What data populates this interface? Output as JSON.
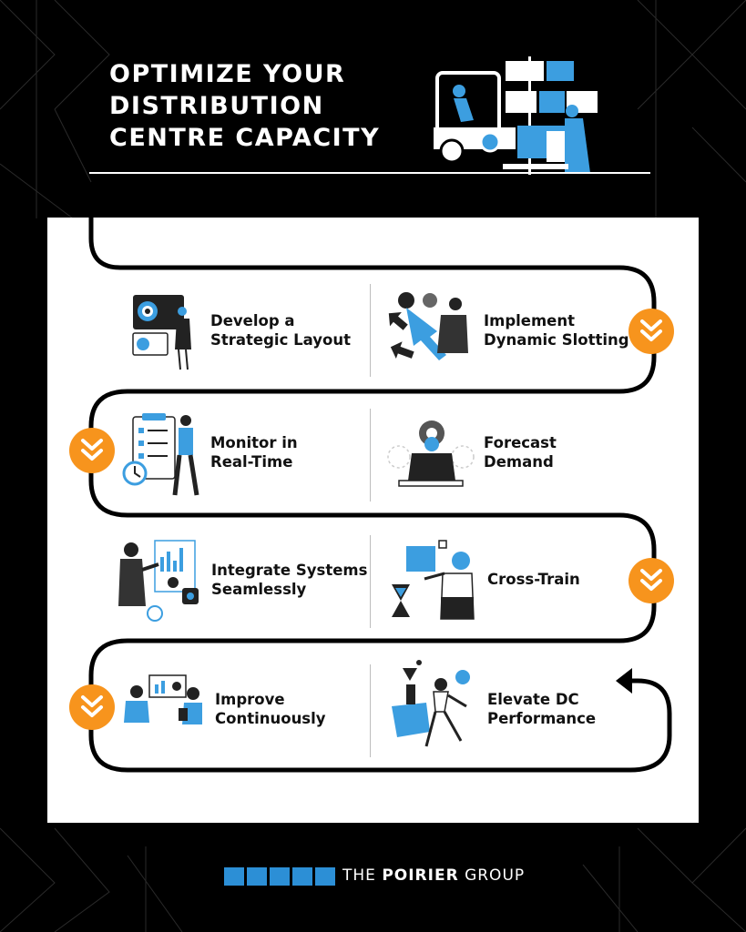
{
  "header": {
    "title_lines": [
      "OPTIMIZE YOUR",
      "DISTRIBUTION",
      "CENTRE CAPACITY"
    ]
  },
  "colors": {
    "background": "#000000",
    "panel": "#ffffff",
    "accent_orange": "#f7941d",
    "accent_blue": "#3c9ee0",
    "path": "#000000"
  },
  "steps": [
    {
      "label_lines": [
        "Develop a",
        "Strategic Layout"
      ],
      "icon": "layout-planning-illustration"
    },
    {
      "label_lines": [
        "Implement",
        "Dynamic Slotting"
      ],
      "icon": "slotting-arrows-illustration"
    },
    {
      "label_lines": [
        "Monitor in",
        "Real-Time"
      ],
      "icon": "checklist-monitor-illustration"
    },
    {
      "label_lines": [
        "Forecast",
        "Demand"
      ],
      "icon": "gear-forecast-illustration"
    },
    {
      "label_lines": [
        "Integrate Systems",
        "Seamlessly"
      ],
      "icon": "presentation-integrate-illustration"
    },
    {
      "label_lines": [
        "Cross-Train"
      ],
      "icon": "hourglass-training-illustration"
    },
    {
      "label_lines": [
        "Improve",
        "Continuously"
      ],
      "icon": "team-dashboard-illustration"
    },
    {
      "label_lines": [
        "Elevate DC",
        "Performance"
      ],
      "icon": "celebration-illustration"
    }
  ],
  "badges": {
    "icon": "double-chevron-down-icon",
    "count": 4
  },
  "footer": {
    "logo_prefix": "THE ",
    "logo_bold": "POIRIER",
    "logo_suffix": " GROUP"
  }
}
